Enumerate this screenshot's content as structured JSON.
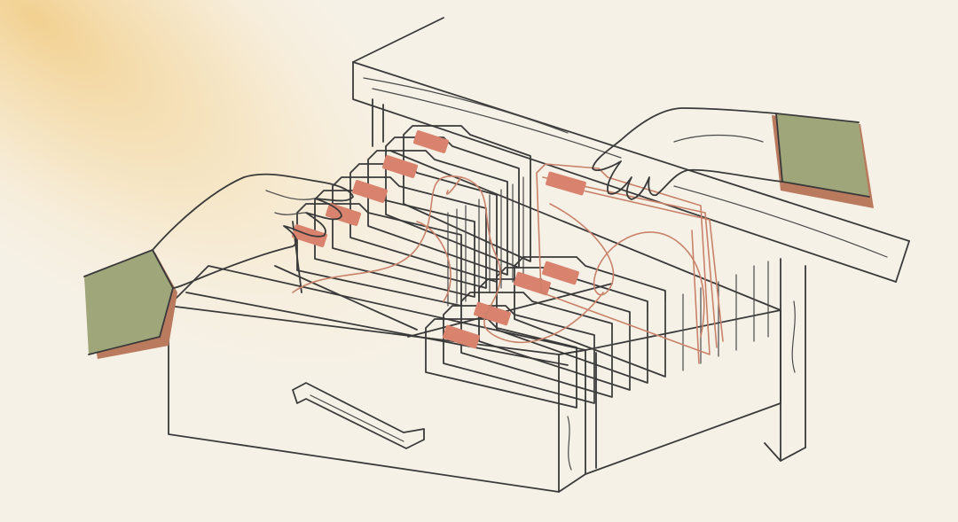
{
  "scene": {
    "palette": {
      "background": "#f6f1e6",
      "light_beam": "#f4d59a",
      "ink": "#3a3a3a",
      "sleeve": "#9fa67a",
      "sleeve_shadow": "#b97a5e",
      "label": "#d9826e",
      "thread": "#c9826a",
      "folder": "#f8eee2"
    },
    "elements": [
      "light-beam",
      "cabinet-top",
      "drawer",
      "drawer-handle",
      "left-folder-row",
      "right-folder-row",
      "lifted-folder",
      "left-hand",
      "right-hand",
      "connecting-threads"
    ]
  }
}
